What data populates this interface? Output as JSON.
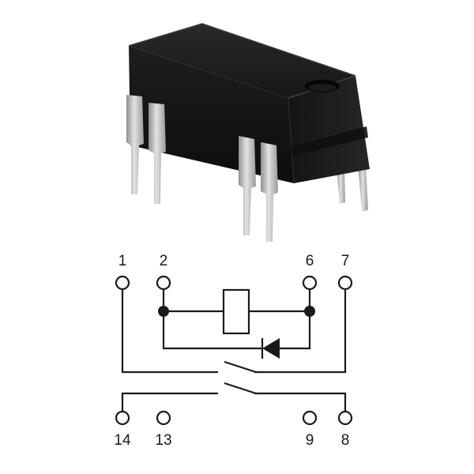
{
  "top_pins": [
    {
      "id": "pin-1",
      "label": "1"
    },
    {
      "id": "pin-2",
      "label": "2"
    },
    {
      "id": "pin-6",
      "label": "6"
    },
    {
      "id": "pin-7",
      "label": "7"
    }
  ],
  "bottom_pins": [
    {
      "id": "pin-14",
      "label": "14"
    },
    {
      "id": "pin-13",
      "label": "13"
    },
    {
      "id": "pin-9",
      "label": "9"
    },
    {
      "id": "pin-8",
      "label": "8"
    }
  ],
  "components": {
    "photo": "reed-relay-dip-package",
    "coil": "relay-coil",
    "diode": "flyback-diode",
    "contacts": [
      "normally-open-contact",
      "normally-open-contact"
    ]
  },
  "colors": {
    "line": "#1a1a1a",
    "body": "#1c1c1c",
    "pin": "#b9b9b9"
  }
}
